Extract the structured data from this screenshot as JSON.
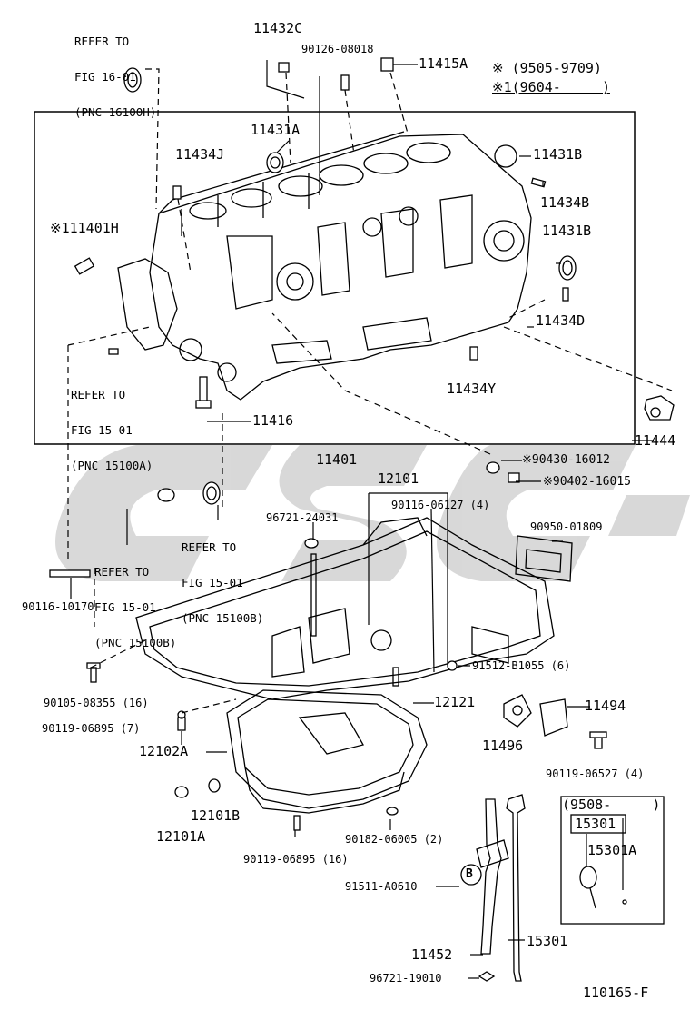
{
  "refs": {
    "fig16": [
      "REFER TO",
      "FIG 16-01",
      "(PNC 16100H)"
    ],
    "fig15a": [
      "REFER TO",
      "FIG 15-01",
      "(PNC 15100A)"
    ],
    "fig15b_left": [
      "REFER TO",
      "FIG 15-01",
      "(PNC 15100B)"
    ],
    "fig15b_mid": [
      "REFER TO",
      "FIG 15-01",
      "(PNC 15100B)"
    ]
  },
  "legend": {
    "line1": "※ (9505-9709)",
    "line2": "※1(9604-     )"
  },
  "parts": {
    "p11432C": "11432C",
    "p90126": "90126-08018",
    "p11415A": "11415A",
    "p11431A": "11431A",
    "p11434J": "11434J",
    "p11431B_top": "11431B",
    "p11434B": "11434B",
    "p11431B_mid": "11431B",
    "p111401H": "※111401H",
    "p11434D": "11434D",
    "p11434Y": "11434Y",
    "p11416": "11416",
    "p11444": "11444",
    "p11401": "11401",
    "p90430": "※90430-16012",
    "p12101": "12101",
    "p90402": "※90402-16015",
    "p90116_06127": "90116-06127 (4)",
    "p96721_24031": "96721-24031",
    "p90950": "90950-01809",
    "p90116_10170": "90116-10170",
    "p91512": "91512-B1055 (6)",
    "p90105": "90105-08355 (16)",
    "p12121": "12121",
    "p11494": "11494",
    "p90119_06895_7": "90119-06895 (7)",
    "p11496": "11496",
    "p12102A": "12102A",
    "p90119_06527": "90119-06527 (4)",
    "p12101B": "12101B",
    "p12101A": "12101A",
    "p90182": "90182-06005 (2)",
    "p90119_06895_16": "90119-06895 (16)",
    "p9508": "(9508-     )",
    "p15301_box": "15301",
    "p15301A": "15301A",
    "p91511": "91511-A0610",
    "p15301": "15301",
    "p11452": "11452",
    "p96721_19010": "96721-19010"
  },
  "marker_b": "B",
  "figure_id": "110165-F"
}
